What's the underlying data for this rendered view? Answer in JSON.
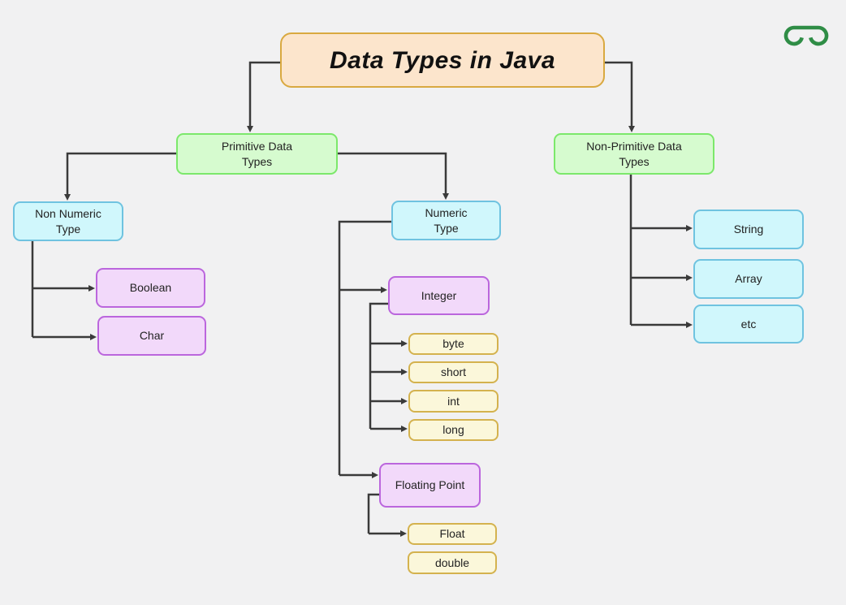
{
  "diagram": {
    "title": "Data Types in Java",
    "nodes": {
      "primitive": {
        "label": "Primitive Data Types"
      },
      "non_primitive": {
        "label": "Non-Primitive Data Types"
      },
      "non_numeric": {
        "label": "Non Numeric Type"
      },
      "numeric": {
        "label": "Numeric Type"
      },
      "boolean": {
        "label": "Boolean"
      },
      "char": {
        "label": "Char"
      },
      "integer": {
        "label": "Integer"
      },
      "byte": {
        "label": "byte"
      },
      "short": {
        "label": "short"
      },
      "int": {
        "label": "int"
      },
      "long": {
        "label": "long"
      },
      "floating_point": {
        "label": "Floating Point"
      },
      "float": {
        "label": "Float"
      },
      "double": {
        "label": "double"
      },
      "string": {
        "label": "String"
      },
      "array": {
        "label": "Array"
      },
      "etc": {
        "label": "etc"
      }
    },
    "colors": {
      "background": "#f1f1f2",
      "connector": "#3a3a3a",
      "root_fill": "#fce5cc",
      "root_border": "#d9a940",
      "green_fill": "#d6fbcf",
      "green_border": "#7ce86b",
      "cyan_fill": "#d0f7fc",
      "cyan_border": "#6fc3e0",
      "purple_fill": "#f2d9fa",
      "purple_border": "#bb66dd",
      "yellow_fill": "#fbf7da",
      "yellow_border": "#d4b24e",
      "logo_green": "#2f8d46"
    }
  }
}
